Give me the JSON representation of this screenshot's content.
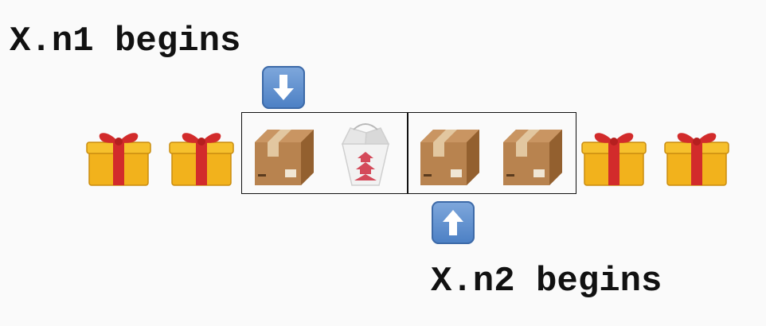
{
  "labels": {
    "n1": "X.n1 begins",
    "n2": "X.n2 begins"
  },
  "items": [
    {
      "kind": "gift",
      "icon": "wrapped-gift-icon"
    },
    {
      "kind": "gift",
      "icon": "wrapped-gift-icon"
    },
    {
      "kind": "package",
      "icon": "package-box-icon"
    },
    {
      "kind": "takeout",
      "icon": "takeout-box-icon"
    },
    {
      "kind": "package",
      "icon": "package-box-icon"
    },
    {
      "kind": "package",
      "icon": "package-box-icon"
    },
    {
      "kind": "gift",
      "icon": "wrapped-gift-icon"
    },
    {
      "kind": "gift",
      "icon": "wrapped-gift-icon"
    }
  ],
  "arrows": {
    "n1": "down-arrow-icon",
    "n2": "up-arrow-icon"
  },
  "colors": {
    "gift_yellow": "#f2b21c",
    "gift_ribbon": "#d22b2b",
    "box_brown": "#b07a4a",
    "arrow_blue": "#5b8bd0"
  }
}
